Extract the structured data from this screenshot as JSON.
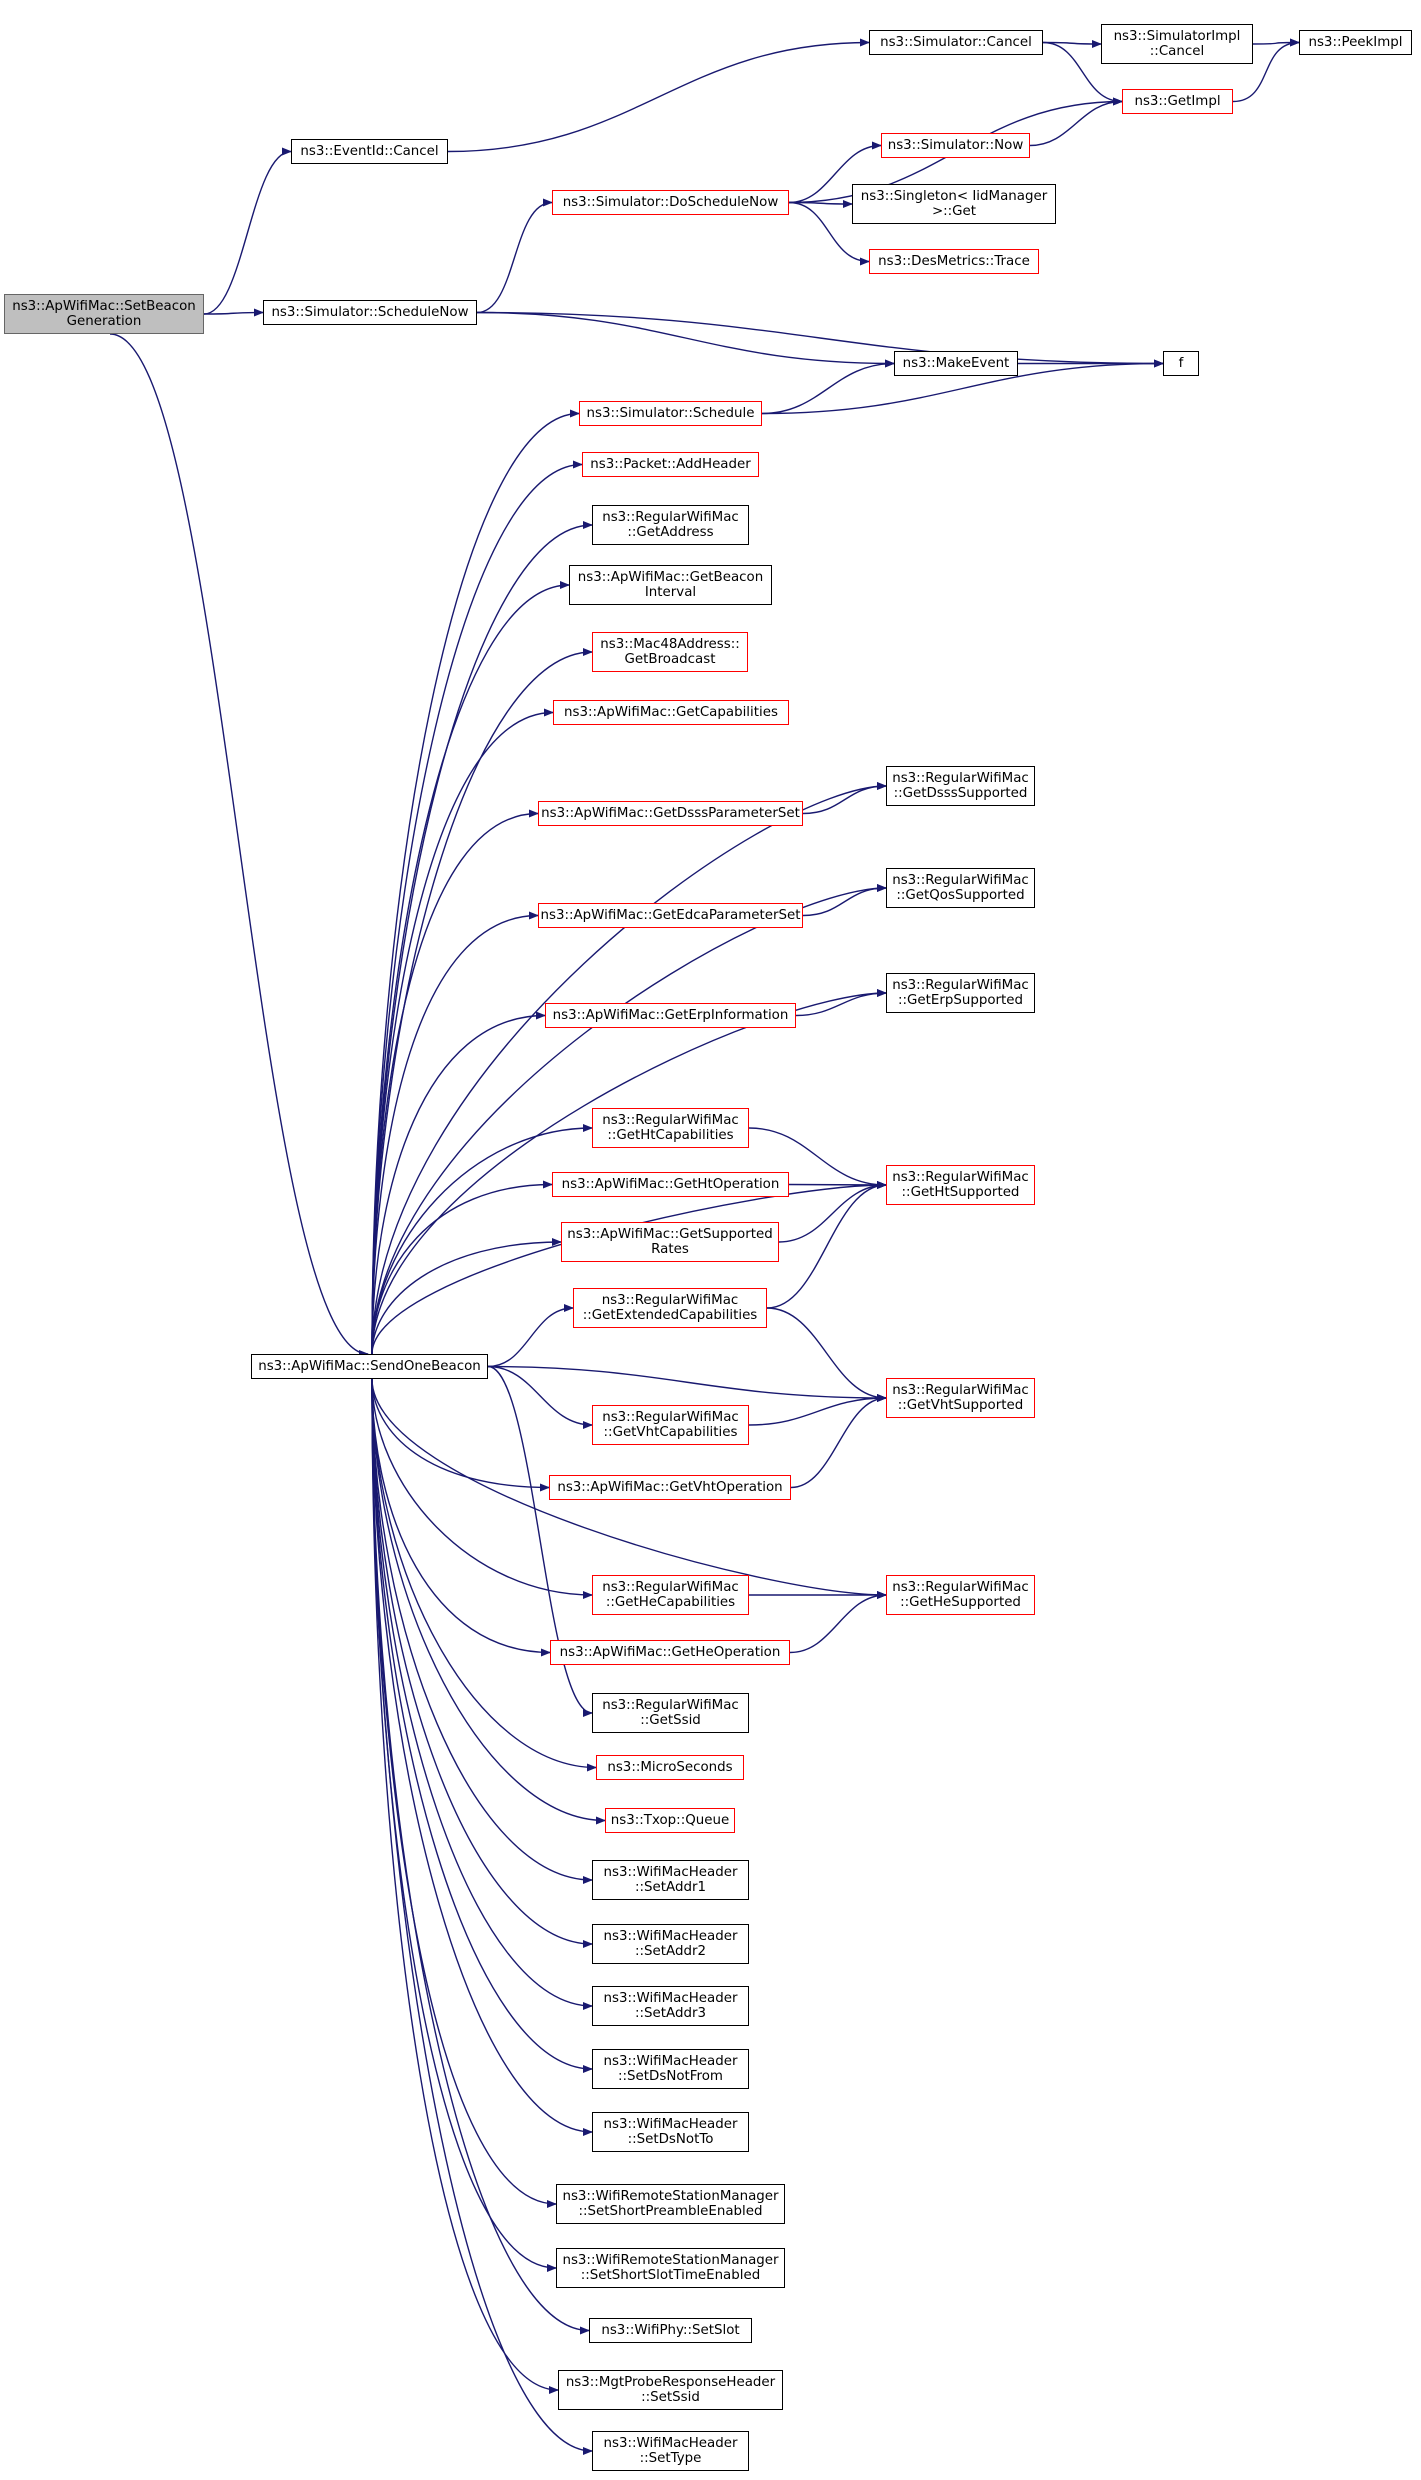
{
  "diagram": {
    "colors": {
      "edge": "#191970",
      "node_border_default": "#000000",
      "node_border_truncated": "#ff0000",
      "root_fill": "#bfbfbf",
      "background": "#ffffff"
    },
    "nodes": [
      {
        "id": "setbeacon",
        "label": "ns3::ApWifiMac::SetBeacon\nGeneration",
        "style": "root"
      },
      {
        "id": "eventid_cancel",
        "label": "ns3::EventId::Cancel",
        "style": "black"
      },
      {
        "id": "sim_cancel",
        "label": "ns3::Simulator::Cancel",
        "style": "black"
      },
      {
        "id": "simimpl_cancel",
        "label": "ns3::SimulatorImpl\n::Cancel",
        "style": "black"
      },
      {
        "id": "peekimpl",
        "label": "ns3::PeekImpl",
        "style": "black"
      },
      {
        "id": "getimpl",
        "label": "ns3::GetImpl",
        "style": "red"
      },
      {
        "id": "sim_now",
        "label": "ns3::Simulator::Now",
        "style": "red"
      },
      {
        "id": "doschedulenow",
        "label": "ns3::Simulator::DoScheduleNow",
        "style": "red"
      },
      {
        "id": "singleton_get",
        "label": "ns3::Singleton< IidManager\n>::Get",
        "style": "black"
      },
      {
        "id": "desmetrics_trace",
        "label": "ns3::DesMetrics::Trace",
        "style": "red"
      },
      {
        "id": "schedulenow",
        "label": "ns3::Simulator::ScheduleNow",
        "style": "black"
      },
      {
        "id": "makeevent",
        "label": "ns3::MakeEvent",
        "style": "black"
      },
      {
        "id": "f",
        "label": "f",
        "style": "black"
      },
      {
        "id": "sim_schedule",
        "label": "ns3::Simulator::Schedule",
        "style": "red"
      },
      {
        "id": "addheader",
        "label": "ns3::Packet::AddHeader",
        "style": "red"
      },
      {
        "id": "getaddress",
        "label": "ns3::RegularWifiMac\n::GetAddress",
        "style": "black"
      },
      {
        "id": "getbeaconinterval",
        "label": "ns3::ApWifiMac::GetBeacon\nInterval",
        "style": "black"
      },
      {
        "id": "getbroadcast",
        "label": "ns3::Mac48Address::\nGetBroadcast",
        "style": "red"
      },
      {
        "id": "getcapabilities",
        "label": "ns3::ApWifiMac::GetCapabilities",
        "style": "red"
      },
      {
        "id": "getdsssparam",
        "label": "ns3::ApWifiMac::GetDsssParameterSet",
        "style": "red"
      },
      {
        "id": "getdssssupported",
        "label": "ns3::RegularWifiMac\n::GetDsssSupported",
        "style": "black"
      },
      {
        "id": "getedcaparam",
        "label": "ns3::ApWifiMac::GetEdcaParameterSet",
        "style": "red"
      },
      {
        "id": "getqossupported",
        "label": "ns3::RegularWifiMac\n::GetQosSupported",
        "style": "black"
      },
      {
        "id": "geterpinfo",
        "label": "ns3::ApWifiMac::GetErpInformation",
        "style": "red"
      },
      {
        "id": "geterpsupported",
        "label": "ns3::RegularWifiMac\n::GetErpSupported",
        "style": "black"
      },
      {
        "id": "gethtcap",
        "label": "ns3::RegularWifiMac\n::GetHtCapabilities",
        "style": "red"
      },
      {
        "id": "gethtop",
        "label": "ns3::ApWifiMac::GetHtOperation",
        "style": "red"
      },
      {
        "id": "gethtsupported",
        "label": "ns3::RegularWifiMac\n::GetHtSupported",
        "style": "red"
      },
      {
        "id": "getsupportedrates",
        "label": "ns3::ApWifiMac::GetSupported\nRates",
        "style": "red"
      },
      {
        "id": "getextcap",
        "label": "ns3::RegularWifiMac\n::GetExtendedCapabilities",
        "style": "red"
      },
      {
        "id": "sendonebeacon",
        "label": "ns3::ApWifiMac::SendOneBeacon",
        "style": "black"
      },
      {
        "id": "getvhtsupported",
        "label": "ns3::RegularWifiMac\n::GetVhtSupported",
        "style": "red"
      },
      {
        "id": "getvhtcap",
        "label": "ns3::RegularWifiMac\n::GetVhtCapabilities",
        "style": "red"
      },
      {
        "id": "getvhtop",
        "label": "ns3::ApWifiMac::GetVhtOperation",
        "style": "red"
      },
      {
        "id": "gethecap",
        "label": "ns3::RegularWifiMac\n::GetHeCapabilities",
        "style": "red"
      },
      {
        "id": "gehesupported",
        "label": "ns3::RegularWifiMac\n::GetHeSupported",
        "style": "red"
      },
      {
        "id": "getheop",
        "label": "ns3::ApWifiMac::GetHeOperation",
        "style": "red"
      },
      {
        "id": "getssid",
        "label": "ns3::RegularWifiMac\n::GetSsid",
        "style": "black"
      },
      {
        "id": "microseconds",
        "label": "ns3::MicroSeconds",
        "style": "red"
      },
      {
        "id": "txop_queue",
        "label": "ns3::Txop::Queue",
        "style": "red"
      },
      {
        "id": "setaddr1",
        "label": "ns3::WifiMacHeader\n::SetAddr1",
        "style": "black"
      },
      {
        "id": "setaddr2",
        "label": "ns3::WifiMacHeader\n::SetAddr2",
        "style": "black"
      },
      {
        "id": "setaddr3",
        "label": "ns3::WifiMacHeader\n::SetAddr3",
        "style": "black"
      },
      {
        "id": "setdsnotfrom",
        "label": "ns3::WifiMacHeader\n::SetDsNotFrom",
        "style": "black"
      },
      {
        "id": "setdsnotto",
        "label": "ns3::WifiMacHeader\n::SetDsNotTo",
        "style": "black"
      },
      {
        "id": "setshortpreamble",
        "label": "ns3::WifiRemoteStationManager\n::SetShortPreambleEnabled",
        "style": "black"
      },
      {
        "id": "setshortslot",
        "label": "ns3::WifiRemoteStationManager\n::SetShortSlotTimeEnabled",
        "style": "black"
      },
      {
        "id": "setslot",
        "label": "ns3::WifiPhy::SetSlot",
        "style": "black"
      },
      {
        "id": "setssid",
        "label": "ns3::MgtProbeResponseHeader\n::SetSsid",
        "style": "black"
      },
      {
        "id": "settype",
        "label": "ns3::WifiMacHeader\n::SetType",
        "style": "black"
      }
    ],
    "edges": [
      [
        "setbeacon",
        "eventid_cancel"
      ],
      [
        "setbeacon",
        "schedulenow"
      ],
      [
        "setbeacon",
        "sendonebeacon"
      ],
      [
        "eventid_cancel",
        "sim_cancel"
      ],
      [
        "sim_cancel",
        "simimpl_cancel"
      ],
      [
        "sim_cancel",
        "getimpl"
      ],
      [
        "simimpl_cancel",
        "peekimpl"
      ],
      [
        "getimpl",
        "peekimpl"
      ],
      [
        "sim_now",
        "getimpl"
      ],
      [
        "doschedulenow",
        "getimpl"
      ],
      [
        "doschedulenow",
        "sim_now"
      ],
      [
        "doschedulenow",
        "singleton_get"
      ],
      [
        "doschedulenow",
        "desmetrics_trace"
      ],
      [
        "schedulenow",
        "doschedulenow"
      ],
      [
        "schedulenow",
        "makeevent"
      ],
      [
        "schedulenow",
        "f"
      ],
      [
        "makeevent",
        "f"
      ],
      [
        "sim_schedule",
        "makeevent"
      ],
      [
        "sim_schedule",
        "f"
      ],
      [
        "sendonebeacon",
        "sim_schedule"
      ],
      [
        "sendonebeacon",
        "addheader"
      ],
      [
        "sendonebeacon",
        "getaddress"
      ],
      [
        "sendonebeacon",
        "getbeaconinterval"
      ],
      [
        "sendonebeacon",
        "getbroadcast"
      ],
      [
        "sendonebeacon",
        "getcapabilities"
      ],
      [
        "sendonebeacon",
        "getdssssupported"
      ],
      [
        "sendonebeacon",
        "getdsssparam"
      ],
      [
        "getdsssparam",
        "getdssssupported"
      ],
      [
        "sendonebeacon",
        "getqossupported"
      ],
      [
        "sendonebeacon",
        "getedcaparam"
      ],
      [
        "getedcaparam",
        "getqossupported"
      ],
      [
        "sendonebeacon",
        "geterpsupported"
      ],
      [
        "sendonebeacon",
        "geterpinfo"
      ],
      [
        "geterpinfo",
        "geterpsupported"
      ],
      [
        "sendonebeacon",
        "gethtsupported"
      ],
      [
        "sendonebeacon",
        "gethtcap"
      ],
      [
        "gethtcap",
        "gethtsupported"
      ],
      [
        "sendonebeacon",
        "gethtop"
      ],
      [
        "gethtop",
        "gethtsupported"
      ],
      [
        "sendonebeacon",
        "getsupportedrates"
      ],
      [
        "getsupportedrates",
        "gethtsupported"
      ],
      [
        "sendonebeacon",
        "getextcap"
      ],
      [
        "getextcap",
        "gethtsupported"
      ],
      [
        "getextcap",
        "getvhtsupported"
      ],
      [
        "sendonebeacon",
        "getvhtsupported"
      ],
      [
        "sendonebeacon",
        "getvhtcap"
      ],
      [
        "getvhtcap",
        "getvhtsupported"
      ],
      [
        "sendonebeacon",
        "getvhtop"
      ],
      [
        "getvhtop",
        "getvhtsupported"
      ],
      [
        "sendonebeacon",
        "gehesupported"
      ],
      [
        "sendonebeacon",
        "gethecap"
      ],
      [
        "gethecap",
        "gehesupported"
      ],
      [
        "sendonebeacon",
        "getheop"
      ],
      [
        "getheop",
        "gehesupported"
      ],
      [
        "sendonebeacon",
        "getssid"
      ],
      [
        "sendonebeacon",
        "microseconds"
      ],
      [
        "sendonebeacon",
        "txop_queue"
      ],
      [
        "sendonebeacon",
        "setaddr1"
      ],
      [
        "sendonebeacon",
        "setaddr2"
      ],
      [
        "sendonebeacon",
        "setaddr3"
      ],
      [
        "sendonebeacon",
        "setdsnotfrom"
      ],
      [
        "sendonebeacon",
        "setdsnotto"
      ],
      [
        "sendonebeacon",
        "setshortpreamble"
      ],
      [
        "sendonebeacon",
        "setshortslot"
      ],
      [
        "sendonebeacon",
        "setslot"
      ],
      [
        "sendonebeacon",
        "setssid"
      ],
      [
        "sendonebeacon",
        "settype"
      ]
    ]
  }
}
